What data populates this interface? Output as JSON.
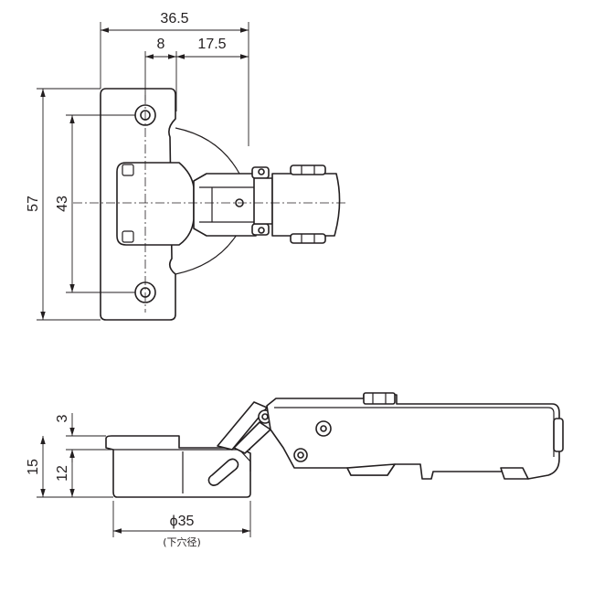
{
  "top_view": {
    "dims": {
      "overall_width": "36.5",
      "hole_offset": "8",
      "arm_offset": "17.5",
      "overall_height": "57",
      "hole_pitch": "43"
    }
  },
  "side_view": {
    "dims": {
      "cup_protrusion": "3",
      "total_depth": "15",
      "cup_depth": "12",
      "cup_diameter": "ϕ35",
      "cup_note": "(下穴径)"
    }
  }
}
